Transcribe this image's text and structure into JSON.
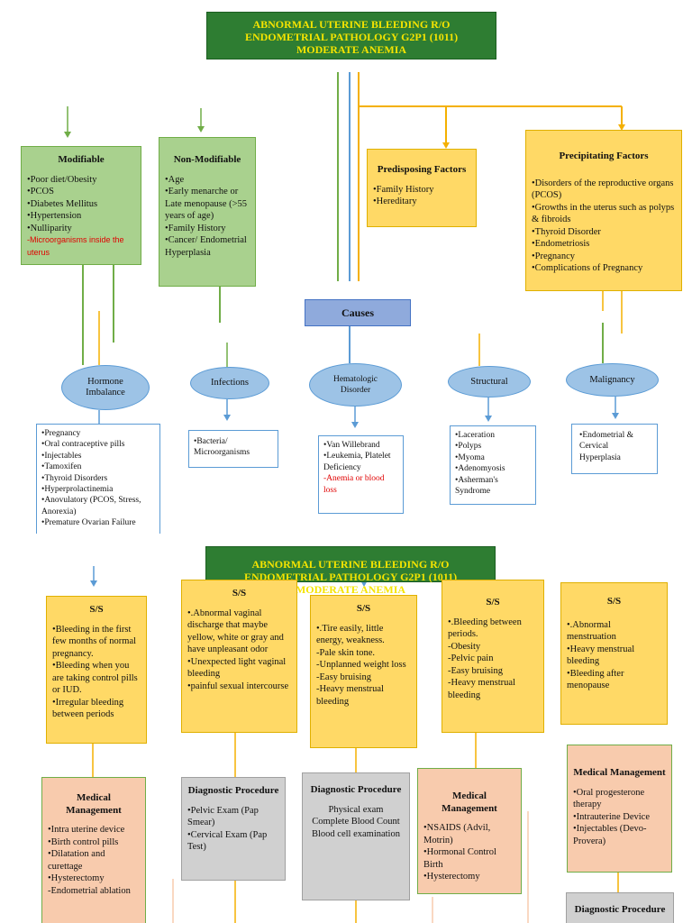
{
  "title_top": "ABNORMAL UTERINE BLEEDING R/O ENDOMETRIAL PATHOLOGY G2P1 (1011) MODERATE ANEMIA",
  "title_bottom": "ABNORMAL UTERINE BLEEDING R/O ENDOMETRIAL PATHOLOGY G2P1 (1011) MODERATE ANEMIA",
  "modifiable": {
    "heading": "Modifiable",
    "items": [
      "•Poor diet/Obesity",
      "•PCOS",
      "•Diabetes Mellitus",
      "•Hypertension",
      "•Nulliparity"
    ],
    "red_item": "-Microorganisms inside the uterus"
  },
  "nonmodifiable": {
    "heading": "Non-Modifiable",
    "items": [
      "•Age",
      "•Early menarche or Late menopause (>55 years of age)",
      "•Family History",
      "•Cancer/ Endometrial Hyperplasia"
    ]
  },
  "predisposing": {
    "heading": "Predisposing Factors",
    "items": [
      "•Family History",
      "•Hereditary"
    ]
  },
  "precipitating": {
    "heading": "Precipitating Factors",
    "items": [
      "•Disorders of the reproductive organs (PCOS)",
      "•Growths in the uterus such as polyps & fibroids",
      "•Thyroid Disorder",
      "•Endometriosis",
      "•Pregnancy",
      "•Complications of Pregnancy"
    ]
  },
  "causes": "Causes",
  "ellipses": {
    "hormone": "Hormone Imbalance",
    "infections": "Infections",
    "hematologic": "Hematologic Disorder",
    "structural": "Structural",
    "malignancy": "Malignancy"
  },
  "hormone_list": [
    "•Pregnancy",
    "•Oral contraceptive pills",
    "•Injectables",
    "•Tamoxifen",
    "•Thyroid Disorders",
    "•Hyperprolactinemia",
    "•Anovulatory (PCOS, Stress, Anorexia)",
    "•Premature Ovarian Failure"
  ],
  "infection_list": [
    "•Bacteria/ Microorganisms"
  ],
  "hematologic_list": {
    "items": [
      "•Van Willebrand",
      "•Leukemia, Platelet Deficiency"
    ],
    "red_item": "-Anemia or blood loss"
  },
  "structural_list": [
    "•Laceration",
    "•Polyps",
    "•Myoma",
    "•Adenomyosis",
    "•Asherman's Syndrome"
  ],
  "malignancy_list": [
    "•Endometrial & Cervical Hyperplasia"
  ],
  "ss1": {
    "heading": "S/S",
    "items": [
      "•Bleeding in the first few months of normal pregnancy.",
      "•Bleeding when you are taking control pills or IUD.",
      "•Irregular bleeding between periods"
    ]
  },
  "ss2": {
    "heading": "S/S",
    "items": [
      "•.Abnormal vaginal discharge that maybe yellow, white or gray and have unpleasant odor",
      "•Unexpected light vaginal bleeding",
      "•painful sexual intercourse"
    ]
  },
  "ss3": {
    "heading": "S/S",
    "items": [
      "•.Tire easily, little energy, weakness.",
      "-Pale skin tone.",
      "-Unplanned weight loss",
      "-Easy bruising",
      "-Heavy menstrual bleeding"
    ]
  },
  "ss4": {
    "heading": "S/S",
    "items": [
      "•.Bleeding between periods.",
      "-Obesity",
      "-Pelvic pain",
      "-Easy bruising",
      "-Heavy menstrual bleeding"
    ]
  },
  "ss5": {
    "heading": "S/S",
    "items": [
      "•.Abnormal menstruation",
      "•Heavy menstrual bleeding",
      "•Bleeding after menopause"
    ]
  },
  "mm1": {
    "heading": "Medical Management",
    "items": [
      "•Intra uterine device",
      "•Birth control pills",
      "•Dilatation and curettage",
      "•Hysterectomy",
      "-Endometrial ablation"
    ]
  },
  "dp1": {
    "heading": "Diagnostic Procedure",
    "items": [
      "•Pelvic Exam (Pap Smear)",
      "•Cervical Exam (Pap Test)"
    ]
  },
  "dp2": {
    "heading": "Diagnostic Procedure",
    "items": [
      "Physical exam",
      "Complete Blood Count",
      "Blood cell examination"
    ]
  },
  "mm2": {
    "heading": "Medical Management",
    "items": [
      "•NSAIDS (Advil, Motrin)",
      "•Hormonal Control Birth",
      "•Hysterectomy"
    ]
  },
  "mm3": {
    "heading": "Medical Management",
    "items": [
      "•Oral progesterone therapy",
      "•Intrauterine Device",
      "•Injectables (Devo-Provera)"
    ]
  },
  "dp3": {
    "heading": "Diagnostic Procedure"
  },
  "colors": {
    "green_box": "#a9d18e",
    "orange_box": "#ffd966",
    "peach_box": "#f8cbad",
    "gray_box": "#d0d0d0",
    "ellipse": "#9dc3e6",
    "title_bg": "#2e7d32",
    "title_text": "#f5e400"
  }
}
